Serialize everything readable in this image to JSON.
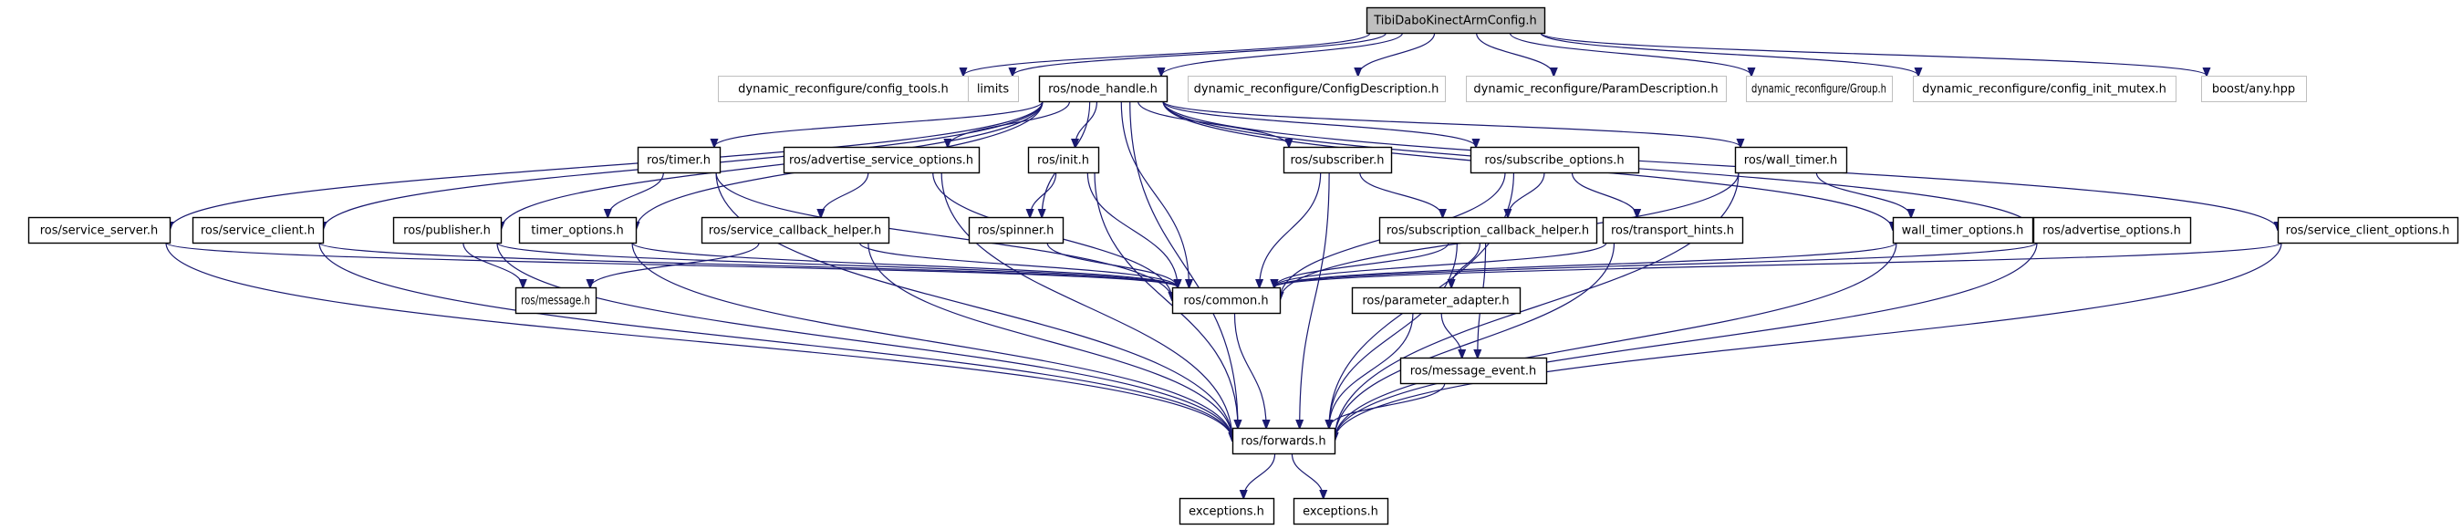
{
  "graph": {
    "title": "TibiDaboKinectArmConfig.h include dependency graph",
    "colors": {
      "edge": "#191970",
      "root_fill": "#bfbfbf",
      "node_border": "#000000",
      "external_border": "#bfbfbf",
      "background": "#ffffff"
    },
    "nodes": [
      {
        "id": "root",
        "label": "TibiDaboKinectArmConfig.h",
        "kind": "root"
      },
      {
        "id": "config_tools",
        "label": "dynamic_reconfigure/config_tools.h",
        "kind": "external"
      },
      {
        "id": "limits",
        "label": "limits",
        "kind": "external"
      },
      {
        "id": "node_handle",
        "label": "ros/node_handle.h",
        "kind": "documented"
      },
      {
        "id": "config_description",
        "label": "dynamic_reconfigure/ConfigDescription.h",
        "kind": "external"
      },
      {
        "id": "param_description",
        "label": "dynamic_reconfigure/ParamDescription.h",
        "kind": "external"
      },
      {
        "id": "group",
        "label": "dynamic_reconfigure/Group.h",
        "kind": "external"
      },
      {
        "id": "config_init_mutex",
        "label": "dynamic_reconfigure/config_init_mutex.h",
        "kind": "external"
      },
      {
        "id": "boost_any",
        "label": "boost/any.hpp",
        "kind": "external"
      },
      {
        "id": "timer",
        "label": "ros/timer.h",
        "kind": "documented"
      },
      {
        "id": "advertise_service_options",
        "label": "ros/advertise_service_options.h",
        "kind": "documented"
      },
      {
        "id": "init",
        "label": "ros/init.h",
        "kind": "documented"
      },
      {
        "id": "subscriber",
        "label": "ros/subscriber.h",
        "kind": "documented"
      },
      {
        "id": "subscribe_options",
        "label": "ros/subscribe_options.h",
        "kind": "documented"
      },
      {
        "id": "wall_timer",
        "label": "ros/wall_timer.h",
        "kind": "documented"
      },
      {
        "id": "service_server",
        "label": "ros/service_server.h",
        "kind": "documented"
      },
      {
        "id": "service_client",
        "label": "ros/service_client.h",
        "kind": "documented"
      },
      {
        "id": "publisher",
        "label": "ros/publisher.h",
        "kind": "documented"
      },
      {
        "id": "timer_options",
        "label": "timer_options.h",
        "kind": "documented"
      },
      {
        "id": "service_callback_helper",
        "label": "ros/service_callback_helper.h",
        "kind": "documented"
      },
      {
        "id": "spinner",
        "label": "ros/spinner.h",
        "kind": "documented"
      },
      {
        "id": "subscription_callback_helper",
        "label": "ros/subscription_callback_helper.h",
        "kind": "documented"
      },
      {
        "id": "transport_hints",
        "label": "ros/transport_hints.h",
        "kind": "documented"
      },
      {
        "id": "wall_timer_options",
        "label": "wall_timer_options.h",
        "kind": "documented"
      },
      {
        "id": "advertise_options",
        "label": "ros/advertise_options.h",
        "kind": "documented"
      },
      {
        "id": "service_client_options",
        "label": "ros/service_client_options.h",
        "kind": "documented"
      },
      {
        "id": "message",
        "label": "ros/message.h",
        "kind": "documented"
      },
      {
        "id": "common",
        "label": "ros/common.h",
        "kind": "documented"
      },
      {
        "id": "parameter_adapter",
        "label": "ros/parameter_adapter.h",
        "kind": "documented"
      },
      {
        "id": "message_event",
        "label": "ros/message_event.h",
        "kind": "documented"
      },
      {
        "id": "forwards",
        "label": "ros/forwards.h",
        "kind": "documented"
      },
      {
        "id": "exceptions_1",
        "label": "exceptions.h",
        "kind": "documented"
      },
      {
        "id": "exceptions_2",
        "label": "exceptions.h",
        "kind": "documented"
      }
    ],
    "edges": [
      [
        "root",
        "config_tools"
      ],
      [
        "root",
        "limits"
      ],
      [
        "root",
        "node_handle"
      ],
      [
        "root",
        "config_description"
      ],
      [
        "root",
        "param_description"
      ],
      [
        "root",
        "group"
      ],
      [
        "root",
        "config_init_mutex"
      ],
      [
        "root",
        "boost_any"
      ],
      [
        "node_handle",
        "forwards"
      ],
      [
        "node_handle",
        "service_server"
      ],
      [
        "node_handle",
        "service_client"
      ],
      [
        "node_handle",
        "publisher"
      ],
      [
        "node_handle",
        "timer_options"
      ],
      [
        "node_handle",
        "timer"
      ],
      [
        "node_handle",
        "advertise_service_options"
      ],
      [
        "node_handle",
        "init"
      ],
      [
        "node_handle",
        "spinner"
      ],
      [
        "node_handle",
        "common"
      ],
      [
        "node_handle",
        "subscriber"
      ],
      [
        "node_handle",
        "subscribe_options"
      ],
      [
        "node_handle",
        "wall_timer"
      ],
      [
        "node_handle",
        "wall_timer_options"
      ],
      [
        "node_handle",
        "advertise_options"
      ],
      [
        "node_handle",
        "service_client_options"
      ],
      [
        "timer",
        "timer_options"
      ],
      [
        "timer",
        "common"
      ],
      [
        "timer",
        "forwards"
      ],
      [
        "advertise_service_options",
        "service_callback_helper"
      ],
      [
        "advertise_service_options",
        "common"
      ],
      [
        "advertise_service_options",
        "forwards"
      ],
      [
        "init",
        "spinner"
      ],
      [
        "init",
        "common"
      ],
      [
        "init",
        "forwards"
      ],
      [
        "subscriber",
        "common"
      ],
      [
        "subscriber",
        "subscription_callback_helper"
      ],
      [
        "subscriber",
        "forwards"
      ],
      [
        "subscribe_options",
        "subscription_callback_helper"
      ],
      [
        "subscribe_options",
        "transport_hints"
      ],
      [
        "subscribe_options",
        "common"
      ],
      [
        "subscribe_options",
        "forwards"
      ],
      [
        "wall_timer",
        "wall_timer_options"
      ],
      [
        "wall_timer",
        "common"
      ],
      [
        "wall_timer",
        "forwards"
      ],
      [
        "service_server",
        "common"
      ],
      [
        "service_server",
        "forwards"
      ],
      [
        "service_client",
        "common"
      ],
      [
        "service_client",
        "forwards"
      ],
      [
        "publisher",
        "message"
      ],
      [
        "publisher",
        "common"
      ],
      [
        "publisher",
        "forwards"
      ],
      [
        "timer_options",
        "common"
      ],
      [
        "timer_options",
        "forwards"
      ],
      [
        "service_callback_helper",
        "message"
      ],
      [
        "service_callback_helper",
        "common"
      ],
      [
        "service_callback_helper",
        "forwards"
      ],
      [
        "spinner",
        "common"
      ],
      [
        "subscription_callback_helper",
        "parameter_adapter"
      ],
      [
        "subscription_callback_helper",
        "message_event"
      ],
      [
        "subscription_callback_helper",
        "common"
      ],
      [
        "subscription_callback_helper",
        "forwards"
      ],
      [
        "transport_hints",
        "common"
      ],
      [
        "transport_hints",
        "forwards"
      ],
      [
        "wall_timer_options",
        "common"
      ],
      [
        "wall_timer_options",
        "forwards"
      ],
      [
        "advertise_options",
        "common"
      ],
      [
        "advertise_options",
        "forwards"
      ],
      [
        "service_client_options",
        "common"
      ],
      [
        "service_client_options",
        "forwards"
      ],
      [
        "common",
        "forwards"
      ],
      [
        "parameter_adapter",
        "message_event"
      ],
      [
        "parameter_adapter",
        "forwards"
      ],
      [
        "message_event",
        "forwards"
      ],
      [
        "forwards",
        "exceptions_1"
      ],
      [
        "forwards",
        "exceptions_2"
      ]
    ]
  }
}
